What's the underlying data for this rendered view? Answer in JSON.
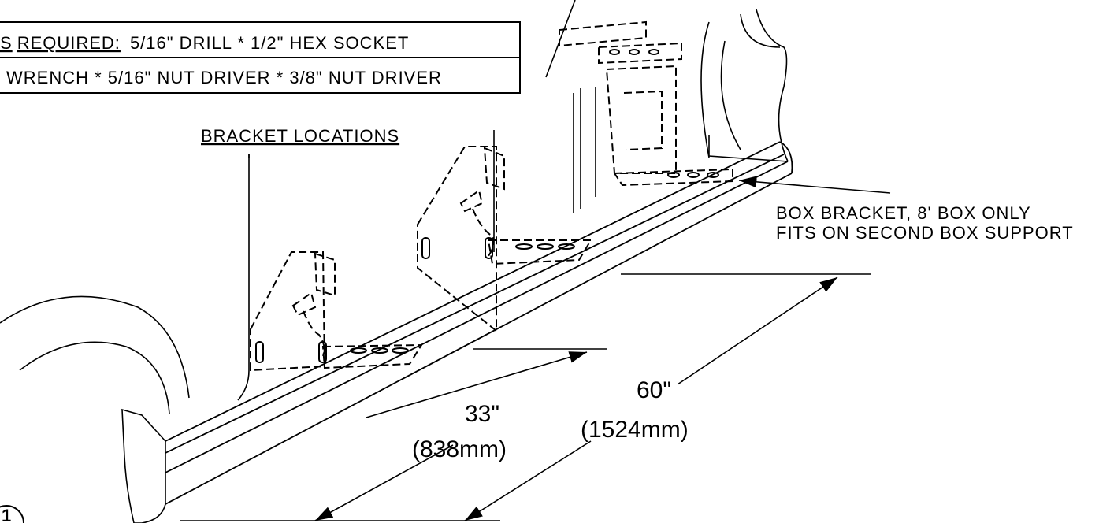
{
  "tools_box": {
    "line1_prefix": "S",
    "line1_underlined": "REQUIRED:",
    "line1_rest": "5/16\" DRILL * 1/2\" HEX SOCKET",
    "line2": "WRENCH * 5/16\" NUT DRIVER * 3/8\" NUT DRIVER"
  },
  "labels": {
    "bracket_locations": "BRACKET LOCATIONS",
    "box_bracket_line1": "BOX BRACKET, 8' BOX ONLY",
    "box_bracket_line2": "FITS ON SECOND BOX SUPPORT"
  },
  "dimensions": {
    "short": {
      "imperial": "33\"",
      "metric": "(838mm)"
    },
    "long": {
      "imperial": "60\"",
      "metric": "(1524mm)"
    }
  },
  "step_marker": "1",
  "colors": {
    "line": "#000000",
    "background": "#ffffff"
  }
}
